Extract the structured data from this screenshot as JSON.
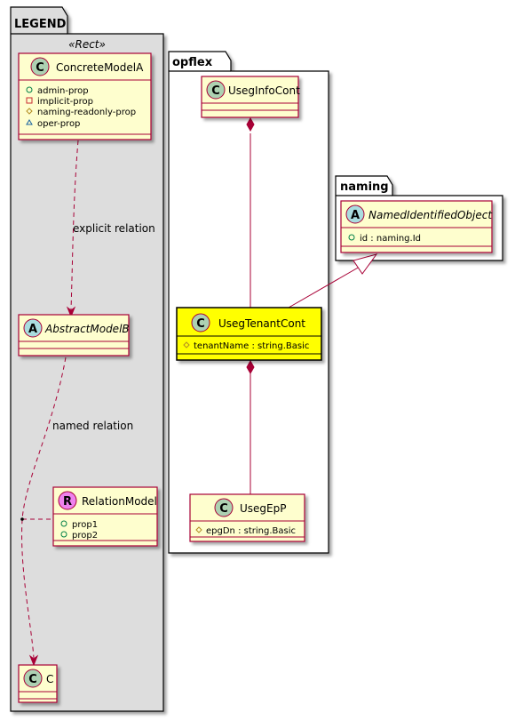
{
  "packages": {
    "legend": {
      "title": "LEGEND",
      "stereotype": "«Rect»"
    },
    "opflex": {
      "title": "opflex"
    },
    "naming": {
      "title": "naming"
    }
  },
  "classes": {
    "concrete_model_a": {
      "kind": "C",
      "name": "ConcreteModelA",
      "attributes": [
        {
          "visibility": "public",
          "text": "admin-prop"
        },
        {
          "visibility": "private",
          "text": "implicit-prop"
        },
        {
          "visibility": "protected",
          "text": "naming-readonly-prop"
        },
        {
          "visibility": "package",
          "text": "oper-prop"
        }
      ]
    },
    "abstract_model_b": {
      "kind": "A",
      "name": "AbstractModelB",
      "attributes": []
    },
    "relation_model": {
      "kind": "R",
      "name": "RelationModel",
      "attributes": [
        {
          "visibility": "public",
          "text": "prop1"
        },
        {
          "visibility": "public",
          "text": "prop2"
        }
      ]
    },
    "c": {
      "kind": "C",
      "name": "C",
      "attributes": []
    },
    "useg_info_cont": {
      "kind": "C",
      "name": "UsegInfoCont",
      "attributes": []
    },
    "useg_tenant_cont": {
      "kind": "C",
      "name": "UsegTenantCont",
      "attributes": [
        {
          "visibility": "protected",
          "text": "tenantName : string.Basic"
        }
      ]
    },
    "useg_ep_p": {
      "kind": "C",
      "name": "UsegEpP",
      "attributes": [
        {
          "visibility": "protected",
          "text": "epgDn : string.Basic"
        }
      ]
    },
    "named_identified_object": {
      "kind": "A",
      "name": "NamedIdentifiedObject",
      "attributes": [
        {
          "visibility": "public",
          "text": "id : naming.Id"
        }
      ]
    }
  },
  "relations": {
    "explicit": {
      "label": "explicit relation"
    },
    "named": {
      "label": "named relation"
    }
  },
  "colors": {
    "package_fill_legend": "#dddddd",
    "package_fill": "#ffffff",
    "class_fill": "#fefece",
    "class_highlight": "#ffff00",
    "border": "#a80036",
    "circle_c": "#add1b2",
    "circle_a": "#a9dcdf",
    "circle_r": "#ee82ee",
    "text": "#000000"
  }
}
